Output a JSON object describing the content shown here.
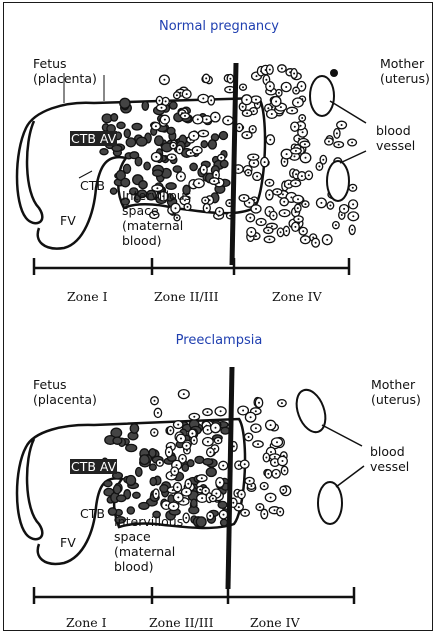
{
  "panels": [
    {
      "title": "Normal pregnancy",
      "fetus": "Fetus\n(placenta)",
      "mother": "Mother\n(uterus)",
      "ctb_av": "CTB AV",
      "ctb": "CTB",
      "fv": "FV",
      "intervillous": "Intervillous\nspace\n(maternal\nblood)",
      "blood_vessel": "blood\nvessel",
      "zones": [
        "Zone I",
        "Zone II/III",
        "Zone IV"
      ]
    },
    {
      "title": "Preeclampsia",
      "fetus": "Fetus\n(placenta)",
      "mother": "Mother\n(uterus)",
      "ctb_av": "CTB AV",
      "ctb": "CTB",
      "fv": "FV",
      "intervillous": "Intervillous\nspace\n(maternal\nblood)",
      "blood_vessel": "blood\nvessel",
      "zones": [
        "Zone I",
        "Zone II/III",
        "Zone IV"
      ]
    }
  ],
  "colors": {
    "title": "#1f3fb0",
    "ink": "#111111"
  }
}
